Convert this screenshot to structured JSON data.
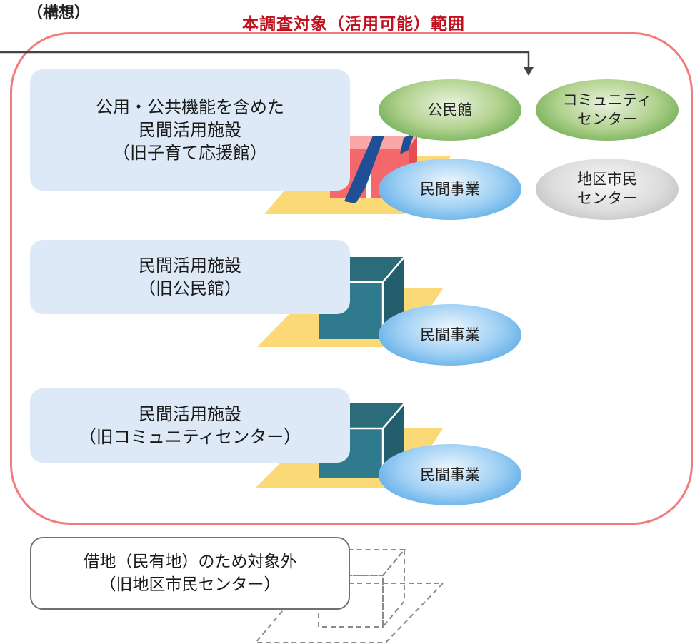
{
  "header": {
    "plan_note": "（構想）",
    "scope_title": "本調査対象（活用可能）範囲"
  },
  "facilities": [
    {
      "line1": "公用・公共機能を含めた",
      "line2": "民間活用施設",
      "line3": "（旧子育て応援館）"
    },
    {
      "line1": "民間活用施設",
      "line2": "（旧公民館）"
    },
    {
      "line1": "民間活用施設",
      "line2": "（旧コミュニティセンター）"
    }
  ],
  "ellipses": {
    "kominkan": "公民館",
    "community_line1": "コミュニティ",
    "community_line2": "センター",
    "chiku_line1": "地区市民",
    "chiku_line2": "センター",
    "private_business": "民間事業"
  },
  "excluded": {
    "line1": "借地（民有地）のため対象外",
    "line2": "（旧地区市民センター）"
  },
  "colors": {
    "scope_title": "#c0101e",
    "scope_frame": "#f47a7d",
    "label_box": "#dde9f6",
    "ground_plot": "#fcd977",
    "building_teal": "#2f7a8c",
    "building_red": "#f4676a",
    "ellipse_green": "#4c9a36",
    "ellipse_blue": "#3a96de",
    "ellipse_gray": "#b1b1b1"
  }
}
